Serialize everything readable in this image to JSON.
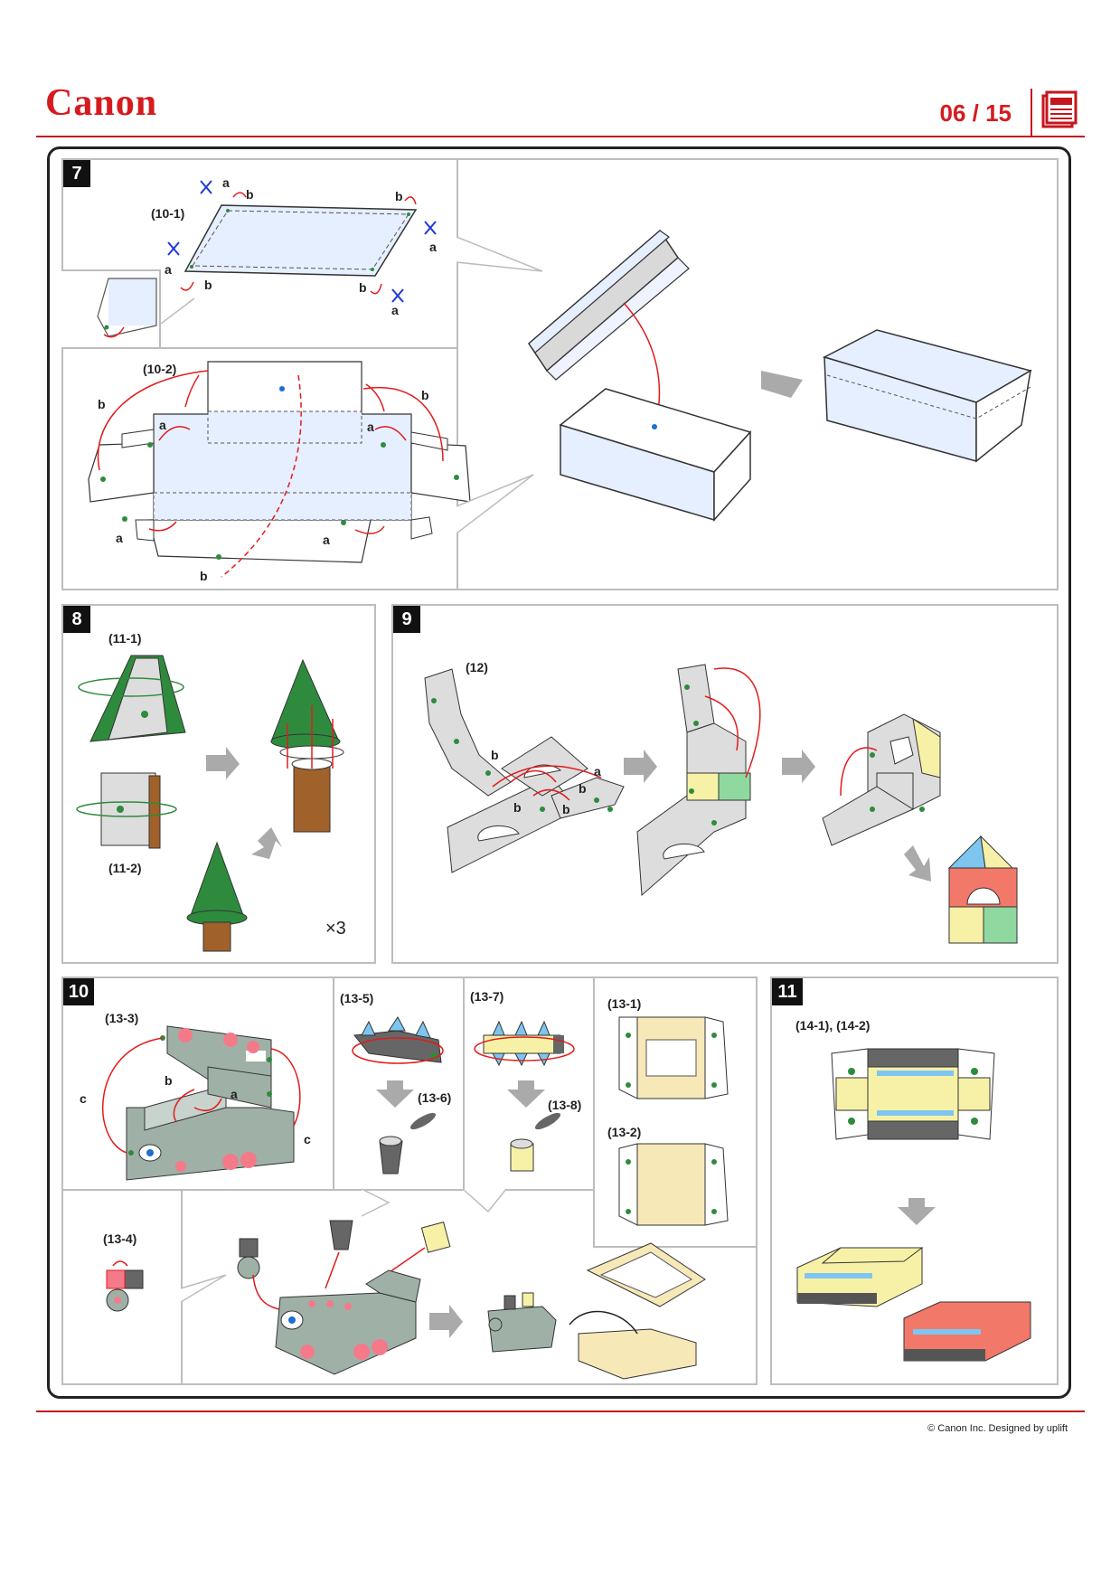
{
  "header": {
    "brand": "Canon",
    "page": "06 / 15"
  },
  "colors": {
    "brand": "#d51b20",
    "paper_blue": "#e6efff",
    "green": "#2e8b3d",
    "brown": "#a0612a",
    "yellow": "#f7f1a8",
    "gray": "#9fb1a7"
  },
  "steps": [
    {
      "number": "7",
      "labels": [
        "(10-1)",
        "(10-2)"
      ],
      "letters": [
        "a",
        "b"
      ]
    },
    {
      "number": "8",
      "labels": [
        "(11-1)",
        "(11-2)"
      ],
      "multiplier": "×3"
    },
    {
      "number": "9",
      "labels": [
        "(12)"
      ],
      "letters": [
        "a",
        "b"
      ]
    },
    {
      "number": "10",
      "labels": [
        "(13-3)",
        "(13-4)",
        "(13-5)",
        "(13-6)",
        "(13-7)",
        "(13-8)",
        "(13-1)",
        "(13-2)"
      ],
      "letters": [
        "a",
        "b",
        "c"
      ]
    },
    {
      "number": "11",
      "labels": [
        "(14-1), (14-2)"
      ]
    }
  ],
  "footer": {
    "copyright": "© Canon Inc. Designed by uplift"
  }
}
